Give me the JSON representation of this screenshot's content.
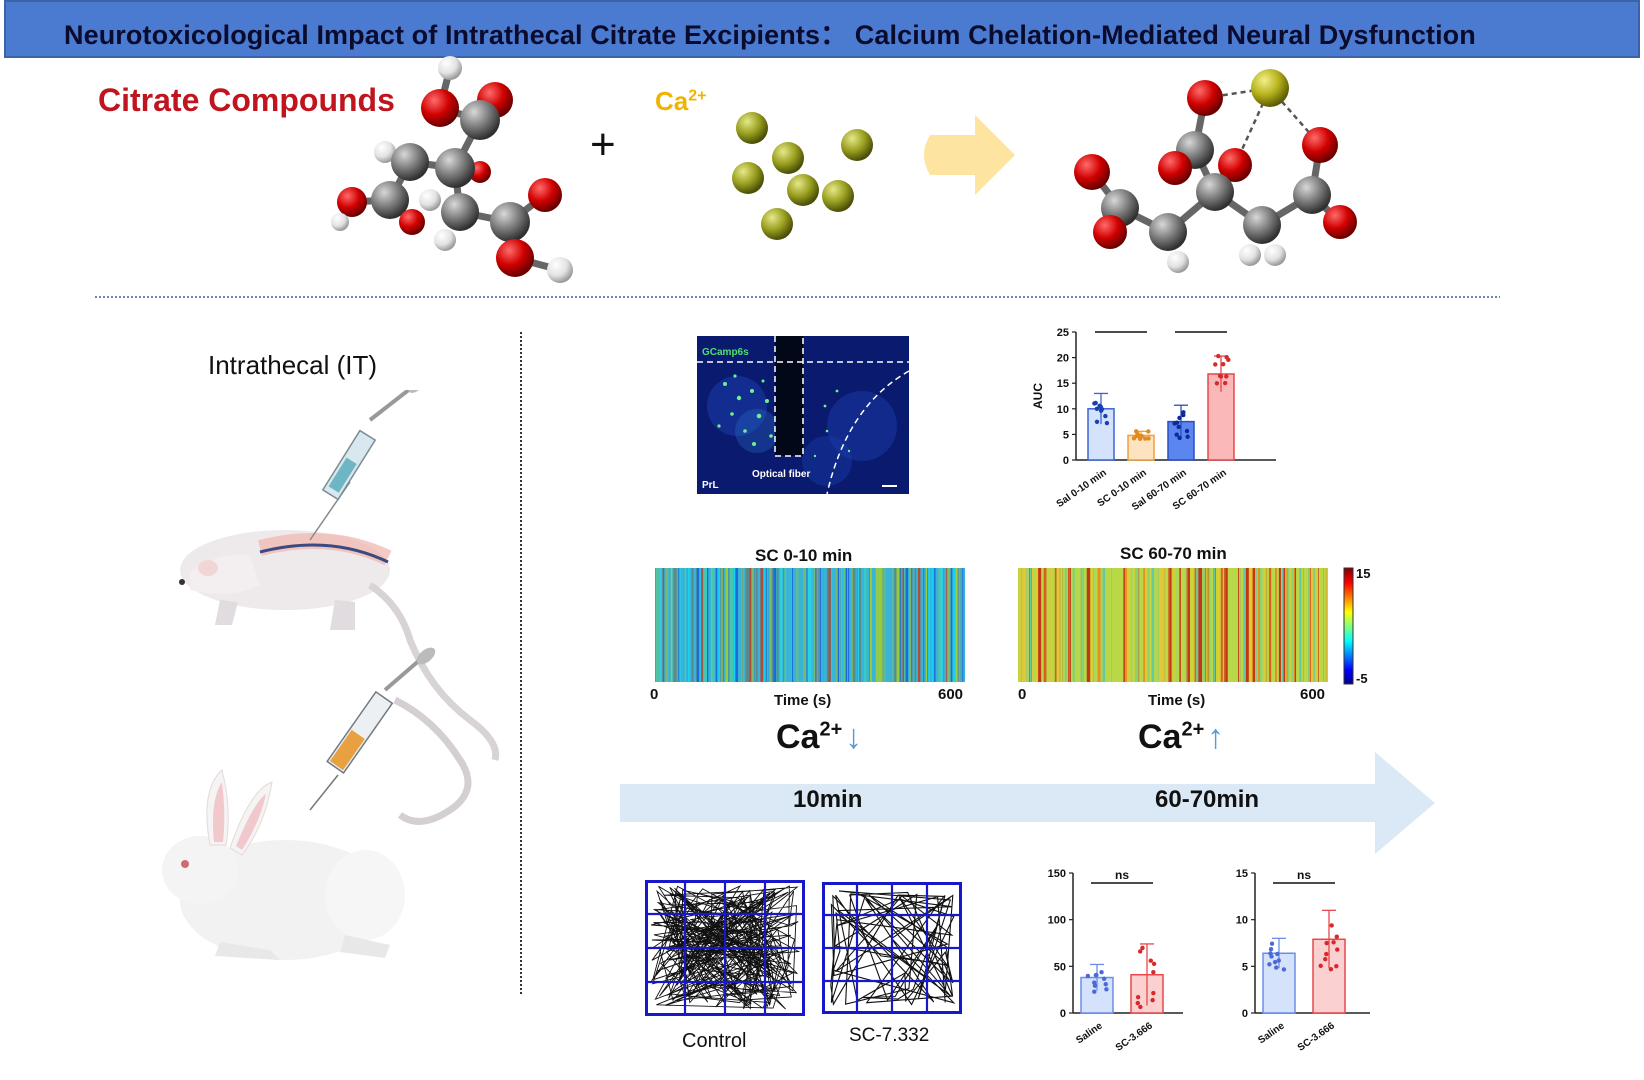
{
  "title": "Neurotoxicological Impact of Intrathecal Citrate Excipients：  Calcium Chelation-Mediated Neural Dysfunction",
  "top": {
    "citrate_label": "Citrate Compounds",
    "plus": "+",
    "ca_label": "Ca",
    "ca_sup": "2+"
  },
  "left": {
    "it_label": "Intrathecal (IT)"
  },
  "micrograph": {
    "gcamp": "GCamp6s",
    "fiber": "Optical fiber",
    "region": "PrL"
  },
  "heatmaps": {
    "left_title": "SC 0-10 min",
    "right_title": "SC 60-70 min",
    "xlabel": "Time (s)",
    "x_start": "0",
    "x_end": "600",
    "colorbar_max": "15",
    "colorbar_min": "-5"
  },
  "ca_change": {
    "label": "Ca",
    "sup": "2+",
    "down_arrow": "↓",
    "up_arrow": "↑"
  },
  "timeline": {
    "t1": "10min",
    "t2": "60-70min"
  },
  "tracks": {
    "control": "Control",
    "sc": "SC-7.332"
  },
  "colors": {
    "title_bar": "#4a7bd0",
    "citrate_red": "#c0141e",
    "ca_gold": "#f0b400",
    "timeline": "#dbe8f5",
    "blue_bar": "#3b64d8",
    "orange_bar": "#f0a03c",
    "red_bar": "#e8484a"
  },
  "chart_data": [
    {
      "type": "bar",
      "categories": [
        "Sal 0-10 min",
        "SC 0-10 min",
        "Sal 60-70 min",
        "SC 60-70 min"
      ],
      "values": [
        10.0,
        4.8,
        7.5,
        16.8
      ],
      "errors": [
        3.0,
        0.8,
        3.2,
        3.5
      ],
      "ylabel": "AUC",
      "ylim": [
        0,
        25
      ],
      "yticks": [
        "0",
        "5",
        "10",
        "15",
        "20",
        "25"
      ],
      "significance": [
        "**",
        "***"
      ]
    },
    {
      "type": "bar",
      "categories": [
        "Saline",
        "SC-3.666"
      ],
      "values": [
        38,
        41
      ],
      "errors": [
        14,
        33
      ],
      "ylim": [
        0,
        150
      ],
      "yticks": [
        "0",
        "50",
        "100",
        "150"
      ],
      "significance": [
        "ns"
      ]
    },
    {
      "type": "bar",
      "categories": [
        "Saline",
        "SC-3.666"
      ],
      "values": [
        6.4,
        7.9
      ],
      "errors": [
        1.6,
        3.1
      ],
      "ylim": [
        0,
        15
      ],
      "yticks": [
        "0",
        "5",
        "10",
        "15"
      ],
      "significance": [
        "ns"
      ]
    }
  ]
}
